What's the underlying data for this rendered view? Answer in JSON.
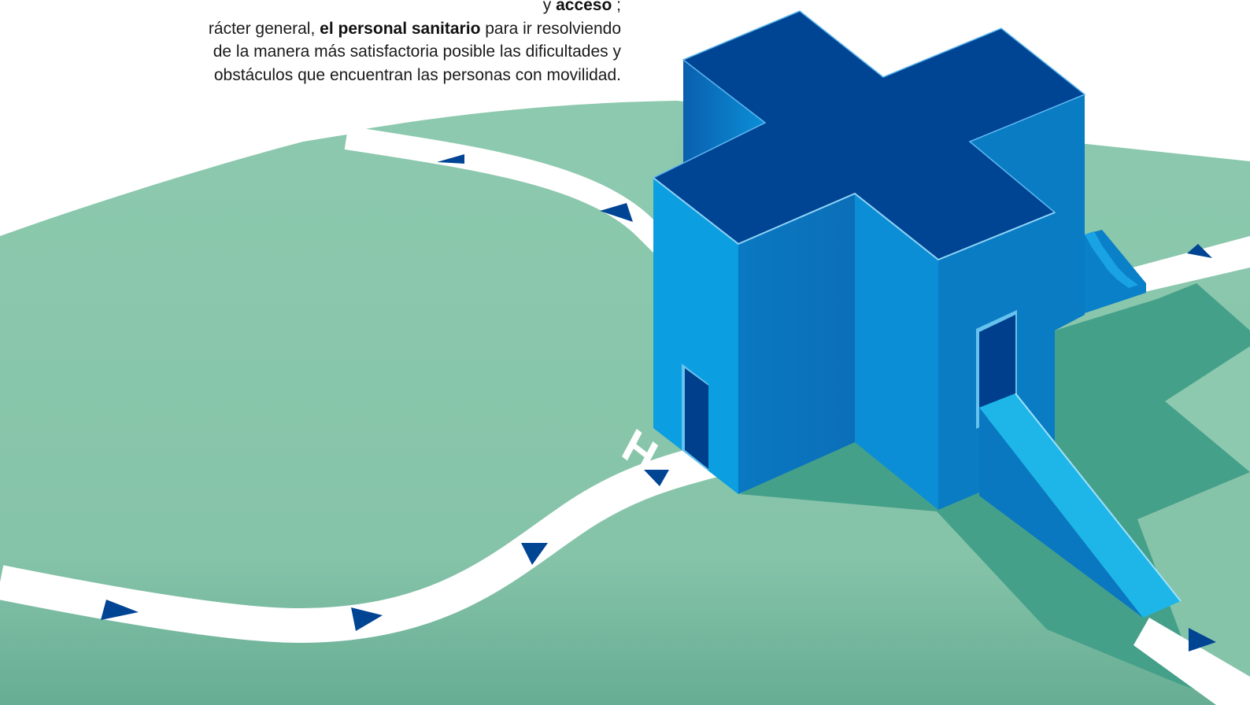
{
  "paragraph": {
    "line0_a": "y ",
    "line0_b": "acceso",
    "line0_c": " ;",
    "line1_a": "rácter general, ",
    "line1_b": "el personal sanitario",
    "line1_c": " para ir resolviendo",
    "line2": "de la manera más satisfactoria posible las dificultades y",
    "line3": "obstáculos que encuentran las personas con movilidad."
  },
  "signs": {
    "hospital_letter": "H"
  },
  "colors": {
    "ground_light": "#8cc9ae",
    "ground_dark": "#6db39a",
    "shadow": "#45a08a",
    "road": "#ffffff",
    "roof": "#004494",
    "wall_light": "#0b9ee0",
    "wall_mid": "#0a7cc4",
    "wall_dark": "#075ea8",
    "ramp": "#1eb6e8",
    "arrow": "#004494",
    "sign_light": "#cfe9f9"
  }
}
